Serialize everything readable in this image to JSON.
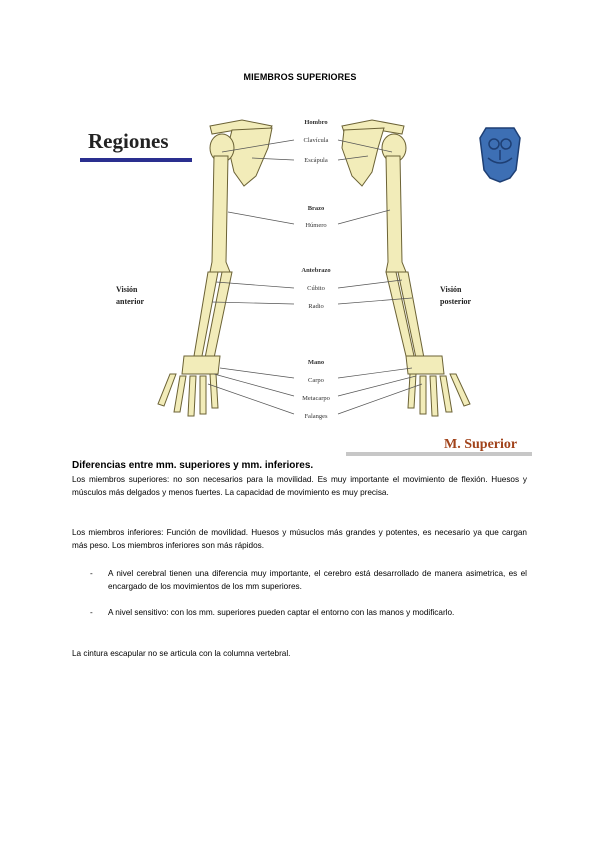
{
  "page": {
    "title": "MIEMBROS SUPERIORES"
  },
  "figure": {
    "heading": "Regiones",
    "left_view": [
      "Visión",
      "anterior"
    ],
    "right_view": [
      "Visión",
      "posterior"
    ],
    "labels": {
      "hombro": "Hombro",
      "clavicula": "Clavícula",
      "escapula": "Escápula",
      "brazo": "Brazo",
      "humero": "Húmero",
      "antebrazo": "Antebrazo",
      "cubito": "Cúbito",
      "radio": "Radio",
      "mano": "Mano",
      "carpo": "Carpo",
      "metacarpo": "Metacarpo",
      "falanges": "Falanges"
    },
    "footer": "M. Superior",
    "colors": {
      "bone": "#f2ecb9",
      "bone_outline": "#6b6235",
      "accent_bar": "#2a2f8f",
      "footer_text": "#a1431b",
      "footer_bar": "#c7c7c7",
      "logo": "#3d6fb4"
    },
    "logo_icon": "emblem-icon"
  },
  "section": {
    "heading": "Diferencias entre mm. superiores y mm. inferiores."
  },
  "paragraphs": [
    "Los miembros superiores: no son necesarios para la movilidad. Es muy importante el movimiento de flexión. Huesos y músculos más delgados y menos fuertes. La capacidad de movimiento es muy precisa.",
    "Los miembros inferiores: Función de movilidad. Huesos y músuclos más grandes y potentes, es necesario ya que cargan más peso. Los miembros inferiores son más rápidos."
  ],
  "bullets": [
    "A nivel cerebral tienen una diferencia muy importante, el cerebro está desarrollado de manera asimetrica, es el encargado de los movimientos de los mm superiores.",
    "A nivel sensitivo: con los mm. superiores pueden captar el entorno con las manos y modificarlo."
  ],
  "closing": "La cintura escapular no se articula con la columna vertebral.",
  "bullet_marker": "-"
}
